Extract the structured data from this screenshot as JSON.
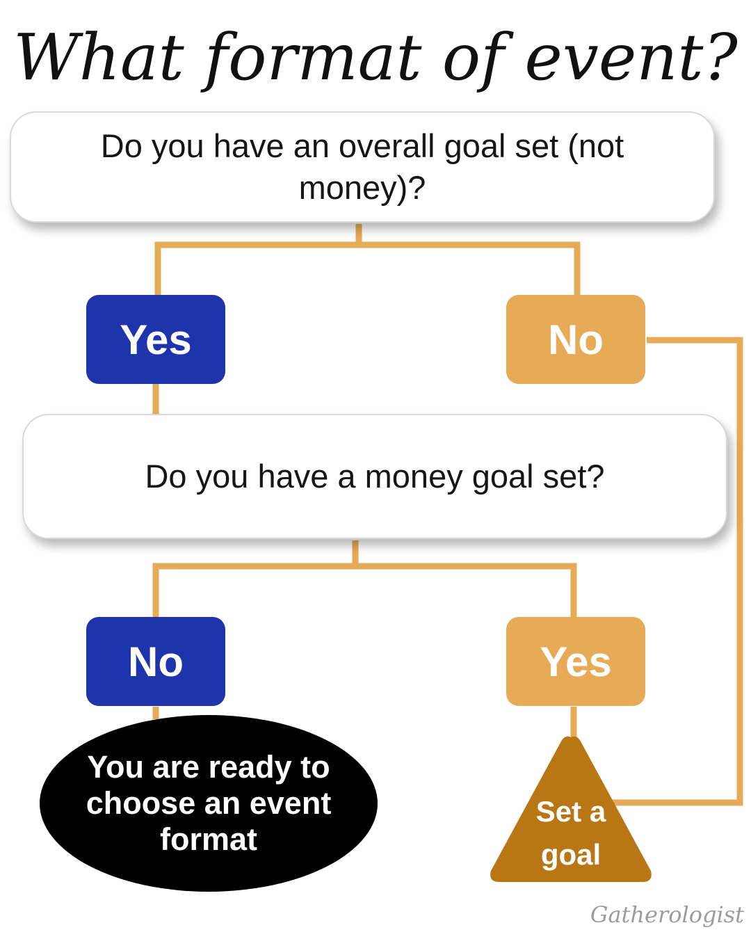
{
  "title": "What format of event?",
  "question_1": "Do you have an overall goal set (not money)?",
  "question_2": "Do you have a money goal set?",
  "answers": {
    "q1_yes": "Yes",
    "q1_no": "No",
    "q2_no": "No",
    "q2_yes": "Yes"
  },
  "outcomes": {
    "ready": "You are ready to choose an event format",
    "set_goal_line1": "Set a",
    "set_goal_line2": "goal"
  },
  "brand": "Gatherologist",
  "colors": {
    "connector": "#e7ab57",
    "blue": "#1d34ad",
    "gold": "#e7ab57",
    "triangle": "#b87714",
    "ellipse": "#000000"
  }
}
